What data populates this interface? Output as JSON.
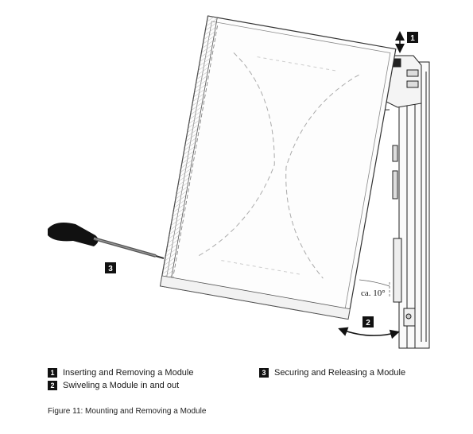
{
  "figure": {
    "callouts": {
      "one": "1",
      "two": "2",
      "three": "3"
    },
    "angle_label": "ca. 10°"
  },
  "legend": {
    "items": [
      {
        "num": "1",
        "text": "Inserting and Removing a Module"
      },
      {
        "num": "2",
        "text": "Swiveling a Module in and out"
      },
      {
        "num": "3",
        "text": "Securing and Releasing a Module"
      }
    ]
  },
  "caption": "Figure 11:  Mounting and Removing a Module"
}
